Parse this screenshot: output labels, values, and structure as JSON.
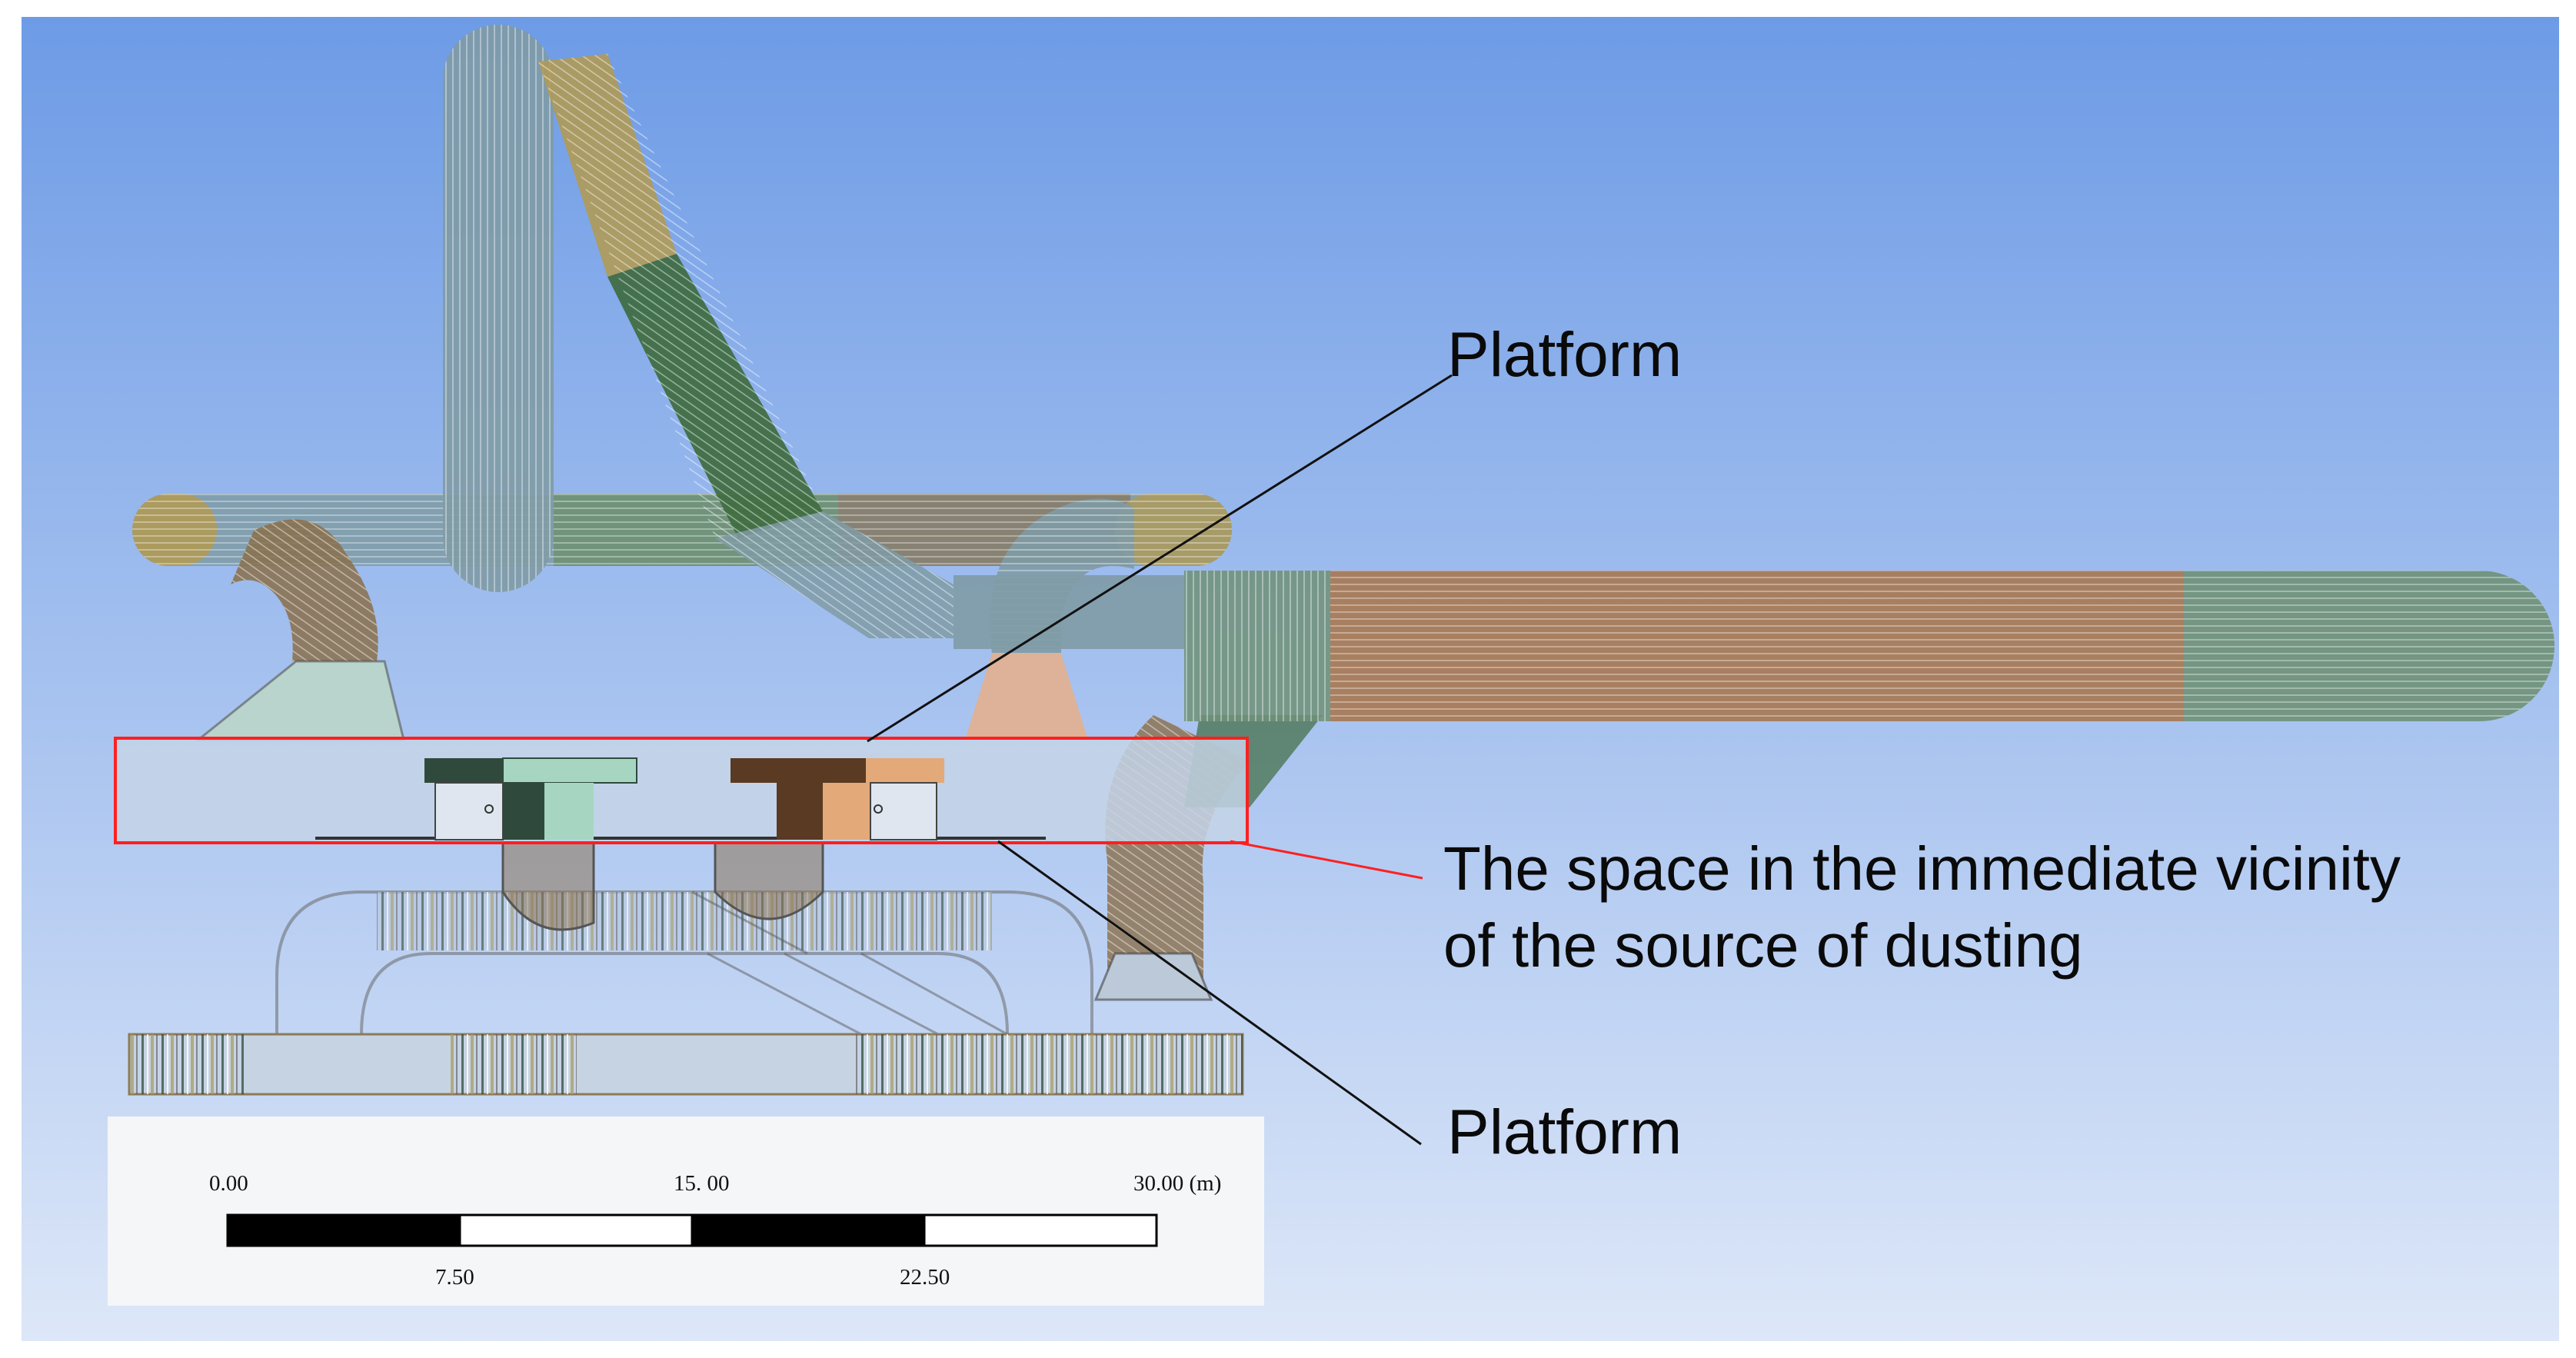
{
  "colors": {
    "sky_top": "#6d9be6",
    "sky_bottom": "#dde7f8",
    "frame": "#ffffff",
    "pipe_grey": "#7f9ba6",
    "pipe_olive": "#b09a56",
    "pipe_green": "#3f6b3f",
    "pipe_brown": "#8a6e4a",
    "pipe_tan": "#a87a54",
    "pipe_light_green": "#6f9177",
    "dark_green": "#2f4a3c",
    "mint": "#a6d6c2",
    "dark_brown": "#5a3a22",
    "peach": "#e3a979",
    "highlight_box": "#ff2020",
    "leader_line": "#111111"
  },
  "callouts": {
    "platform_top": "Platform",
    "vicinity_line1": "The space in the immediate vicinity",
    "vicinity_line2": "of the source of dusting",
    "platform_bottom": "Platform"
  },
  "scale_bar": {
    "unit": "(m)",
    "top_labels": [
      "0.00",
      "15. 00",
      "30.00 (m)"
    ],
    "bottom_labels": [
      "7.50",
      "22.50"
    ],
    "segment_pattern": [
      "black",
      "white",
      "black",
      "white"
    ]
  }
}
